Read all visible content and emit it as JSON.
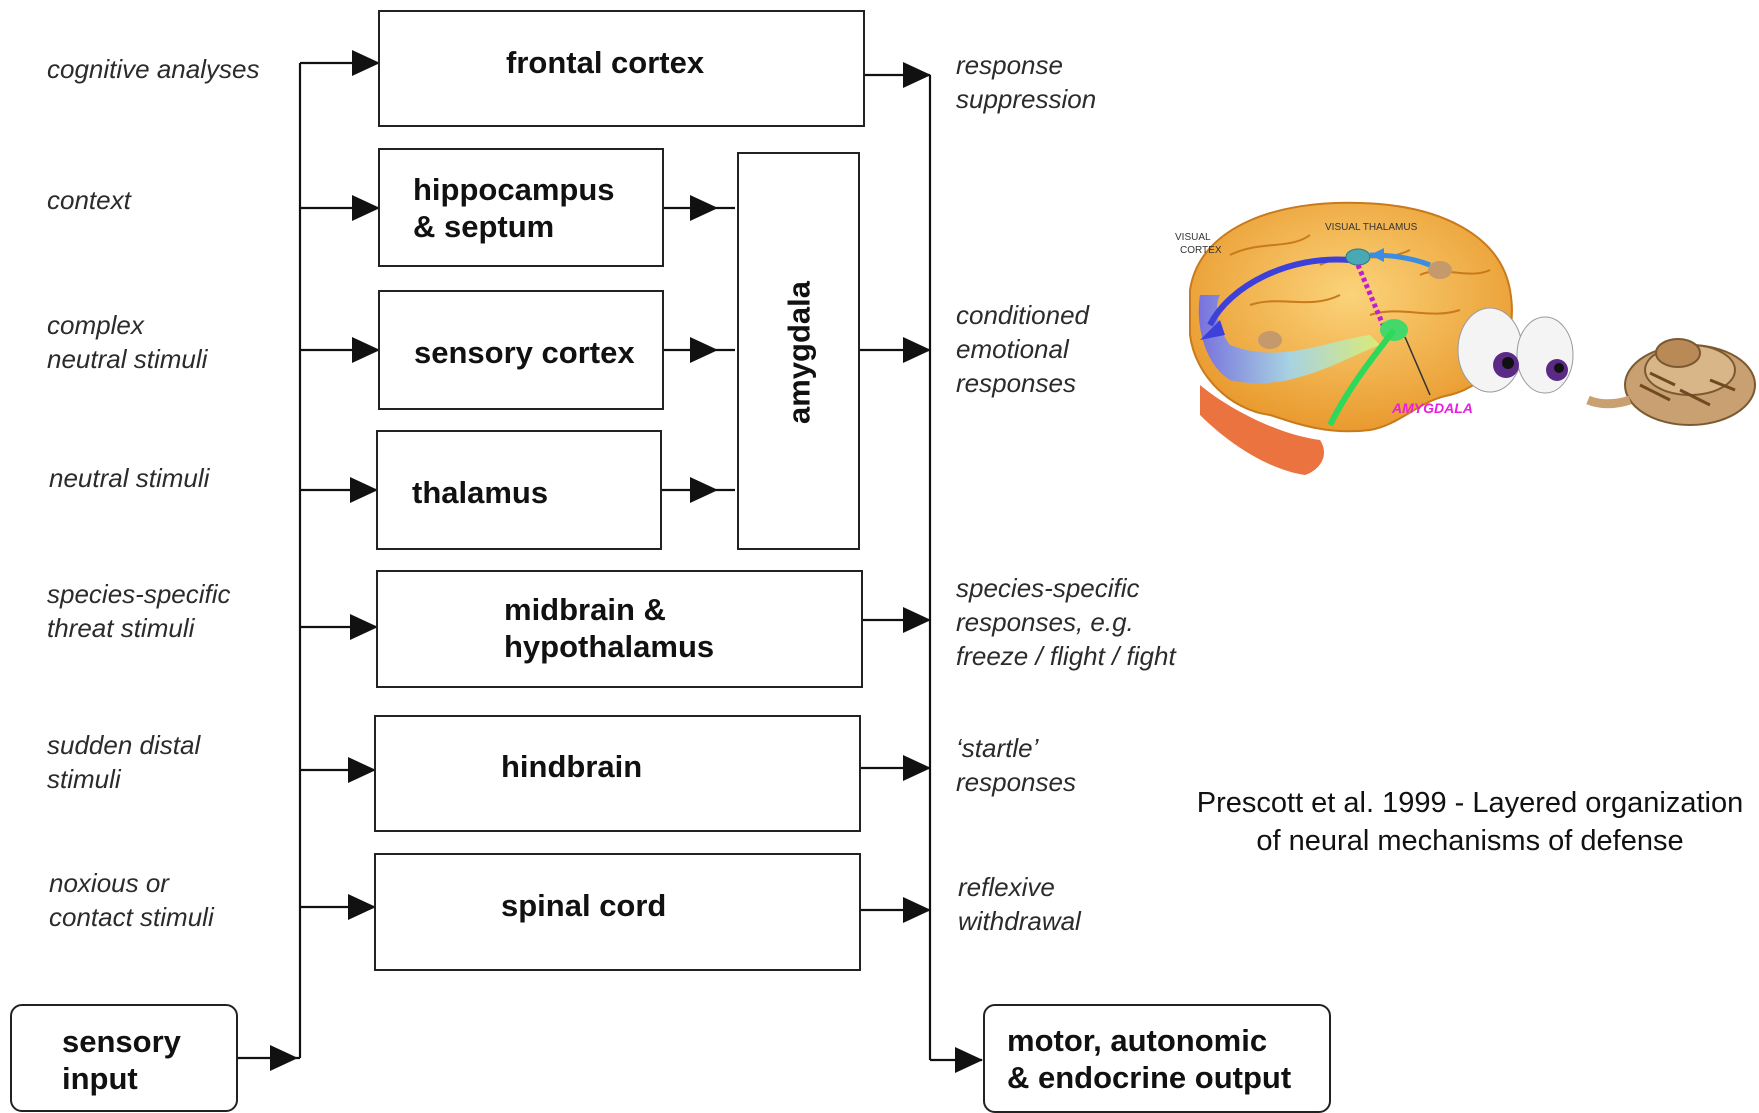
{
  "inputs": {
    "cognitive": "cognitive analyses",
    "context": "context",
    "complex": "complex\nneutral stimuli",
    "neutral": "neutral stimuli",
    "species": "species-specific\nthreat stimuli",
    "sudden": "sudden distal\nstimuli",
    "noxious": "noxious or\ncontact stimuli"
  },
  "boxes": {
    "frontal": "frontal cortex",
    "hippocampus": "hippocampus\n& septum",
    "sensory_cortex": "sensory cortex",
    "thalamus": "thalamus",
    "amygdala": "amygdala",
    "midbrain": "midbrain &\nhypothalamus",
    "hindbrain": "hindbrain",
    "spinal": "spinal cord",
    "sensory_input": "sensory\ninput",
    "output": "motor, autonomic\n& endocrine output"
  },
  "outputs": {
    "suppression": "response\nsuppression",
    "conditioned": "conditioned\nemotional\nresponses",
    "species": "species-specific\nresponses, e.g.\nfreeze / flight / fight",
    "startle": "‘startle’\nresponses",
    "reflexive": "reflexive\nwithdrawal"
  },
  "illustration": {
    "visual_cortex": "VISUAL\nCORTEX",
    "visual_thalamus": "VISUAL THALAMUS",
    "amygdala": "AMYGDALA"
  },
  "caption": "Prescott et al. 1999 - Layered organization of neural mechanisms of defense",
  "colors": {
    "line": "#111111",
    "amygdala_label": "#e91ee0",
    "brain": "#f3b24a"
  }
}
